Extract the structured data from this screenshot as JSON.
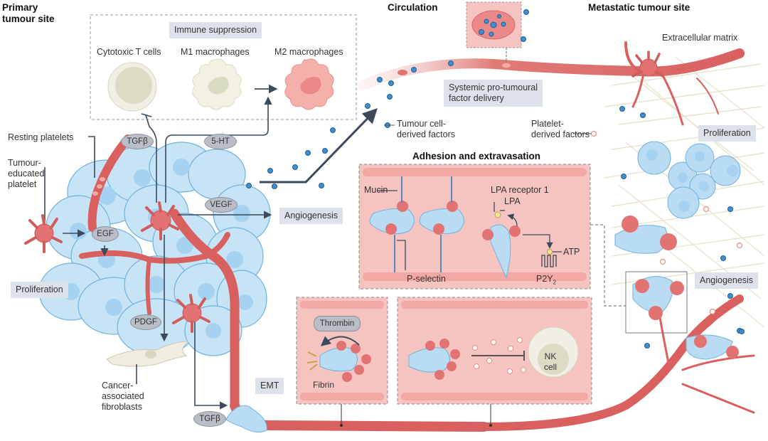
{
  "headings": {
    "primary_site": "Primary\ntumour site",
    "circulation": "Circulation",
    "metastatic_site": "Metastatic tumour site",
    "adhesion": "Adhesion and extravasation"
  },
  "immune_panel": {
    "title": "Immune suppression",
    "cells": [
      "Cytotoxic T cells",
      "M1 macrophages",
      "M2 macrophages"
    ]
  },
  "primary_labels": {
    "resting_platelets": "Resting platelets",
    "tumour_educated_platelet": "Tumour-\neducated\nplatelet",
    "proliferation": "Proliferation",
    "angiogenesis": "Angiogenesis",
    "caf": "Cancer-\nassociated\nfibroblasts",
    "emt": "EMT"
  },
  "factors": {
    "tgfb_top": "TGFβ",
    "serotonin": "5-HT",
    "vegf": "VEGF",
    "egf": "EGF",
    "pdgf": "PDGF",
    "tgfb_bottom": "TGFβ",
    "thrombin": "Thrombin"
  },
  "circulation_labels": {
    "systemic": "Systemic pro-tumoural\nfactor delivery",
    "tumour_factors": "Tumour cell-\nderived factors",
    "platelet_factors": "Platelet-\nderived factors"
  },
  "adhesion_labels": {
    "mucin": "Mucin",
    "p_selectin": "P-selectin",
    "lpa_receptor": "LPA receptor 1",
    "lpa": "LPA",
    "atp": "ATP",
    "p2y2": "P2Y",
    "p2y2_sub": "2"
  },
  "lower_panels": {
    "fibrin": "Fibrin",
    "nk_cell": "NK\ncell"
  },
  "metastatic_labels": {
    "ecm": "Extracellular matrix",
    "proliferation": "Proliferation",
    "angiogenesis": "Angiogenesis"
  },
  "colors": {
    "vessel": "#d9605e",
    "tumour_cell": "#b9dcf2",
    "platelet": "#e37373",
    "factor_dot": "#3f8fd0",
    "label_box": "#dde2ea",
    "pink_panel": "#f6c4c0"
  }
}
